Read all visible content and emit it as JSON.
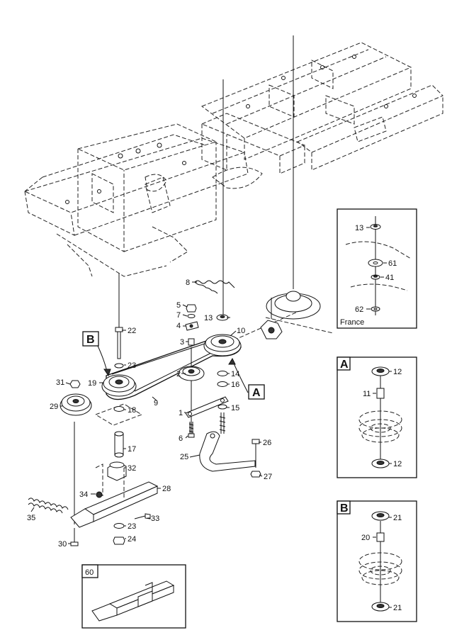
{
  "labels": {
    "p1": "1",
    "p2": "2",
    "p3": "3",
    "p4": "4",
    "p5": "5",
    "p6": "6",
    "p7": "7",
    "p8": "8",
    "p9": "9",
    "p10": "10",
    "p13": "13",
    "p14": "14",
    "p15": "15",
    "p16": "16",
    "p17": "17",
    "p18": "18",
    "p19": "19",
    "p22": "22",
    "p23a": "23",
    "p23b": "23",
    "p24": "24",
    "p25": "25",
    "p26": "26",
    "p27": "27",
    "p28": "28",
    "p29": "29",
    "p30": "30",
    "p31": "31",
    "p32": "32",
    "p33": "33",
    "p34": "34",
    "p35": "35"
  },
  "callouts": {
    "a": "A",
    "b": "B"
  },
  "inset_france": {
    "caption": "France",
    "labels": {
      "p13": "13",
      "p61": "61",
      "p41": "41",
      "p62": "62"
    }
  },
  "inset_a": {
    "title": "A",
    "labels": {
      "p12a": "12",
      "p11": "11",
      "p12b": "12"
    }
  },
  "inset_b": {
    "title": "B",
    "labels": {
      "p21a": "21",
      "p20": "20",
      "p21b": "21"
    }
  },
  "inset_60": {
    "title": "60"
  }
}
